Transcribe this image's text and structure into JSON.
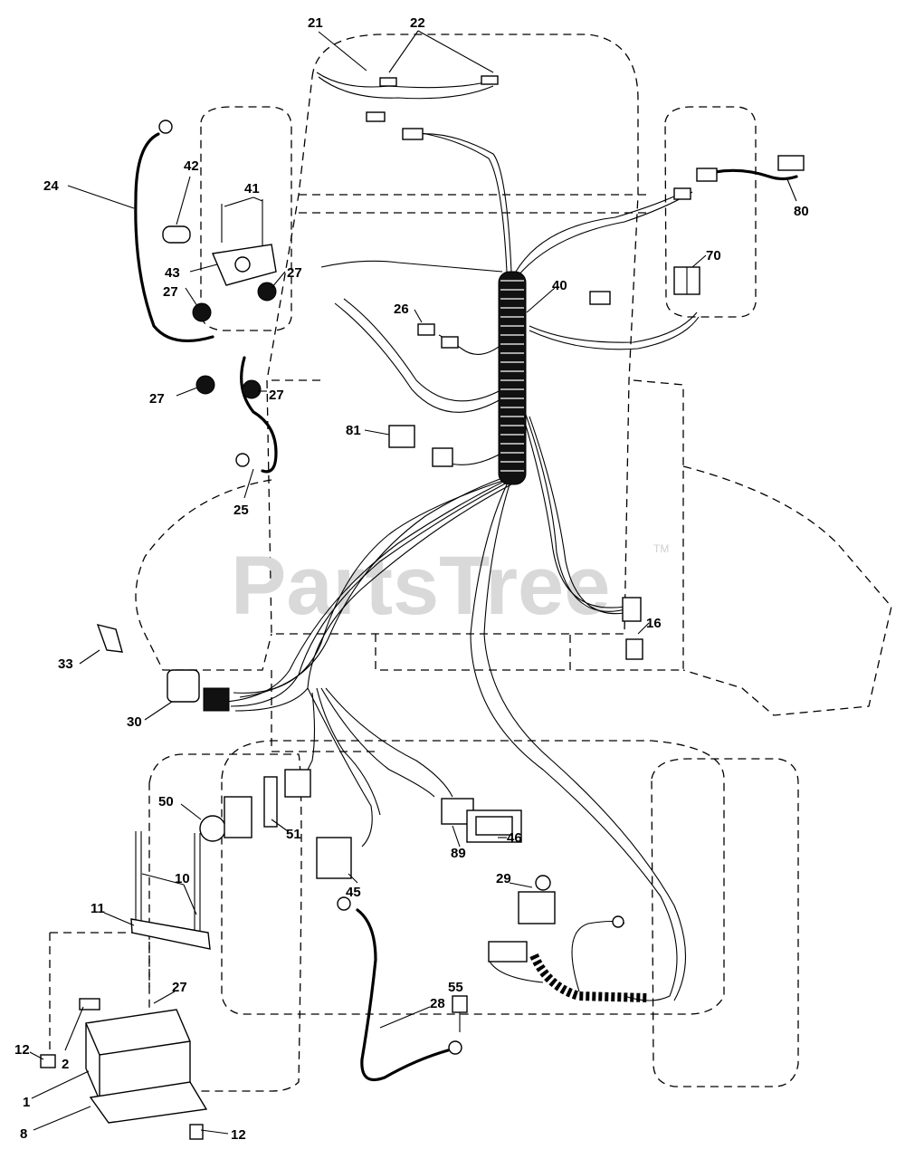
{
  "watermark": {
    "text": "PartsTree",
    "tm": "TM"
  },
  "callouts": {
    "c21": "21",
    "c22": "22",
    "c24": "24",
    "c42": "42",
    "c41": "41",
    "c43": "43",
    "c27a": "27",
    "c27b": "27",
    "c27c": "27",
    "c27d": "27",
    "c27e": "27",
    "c80": "80",
    "c70": "70",
    "c40": "40",
    "c26": "26",
    "c81": "81",
    "c25": "25",
    "c16": "16",
    "c33": "33",
    "c30": "30",
    "c50": "50",
    "c51": "51",
    "c10": "10",
    "c11": "11",
    "c89": "89",
    "c46": "46",
    "c45": "45",
    "c29": "29",
    "c55": "55",
    "c28": "28",
    "c12a": "12",
    "c12b": "12",
    "c2": "2",
    "c1": "1",
    "c8": "8"
  }
}
